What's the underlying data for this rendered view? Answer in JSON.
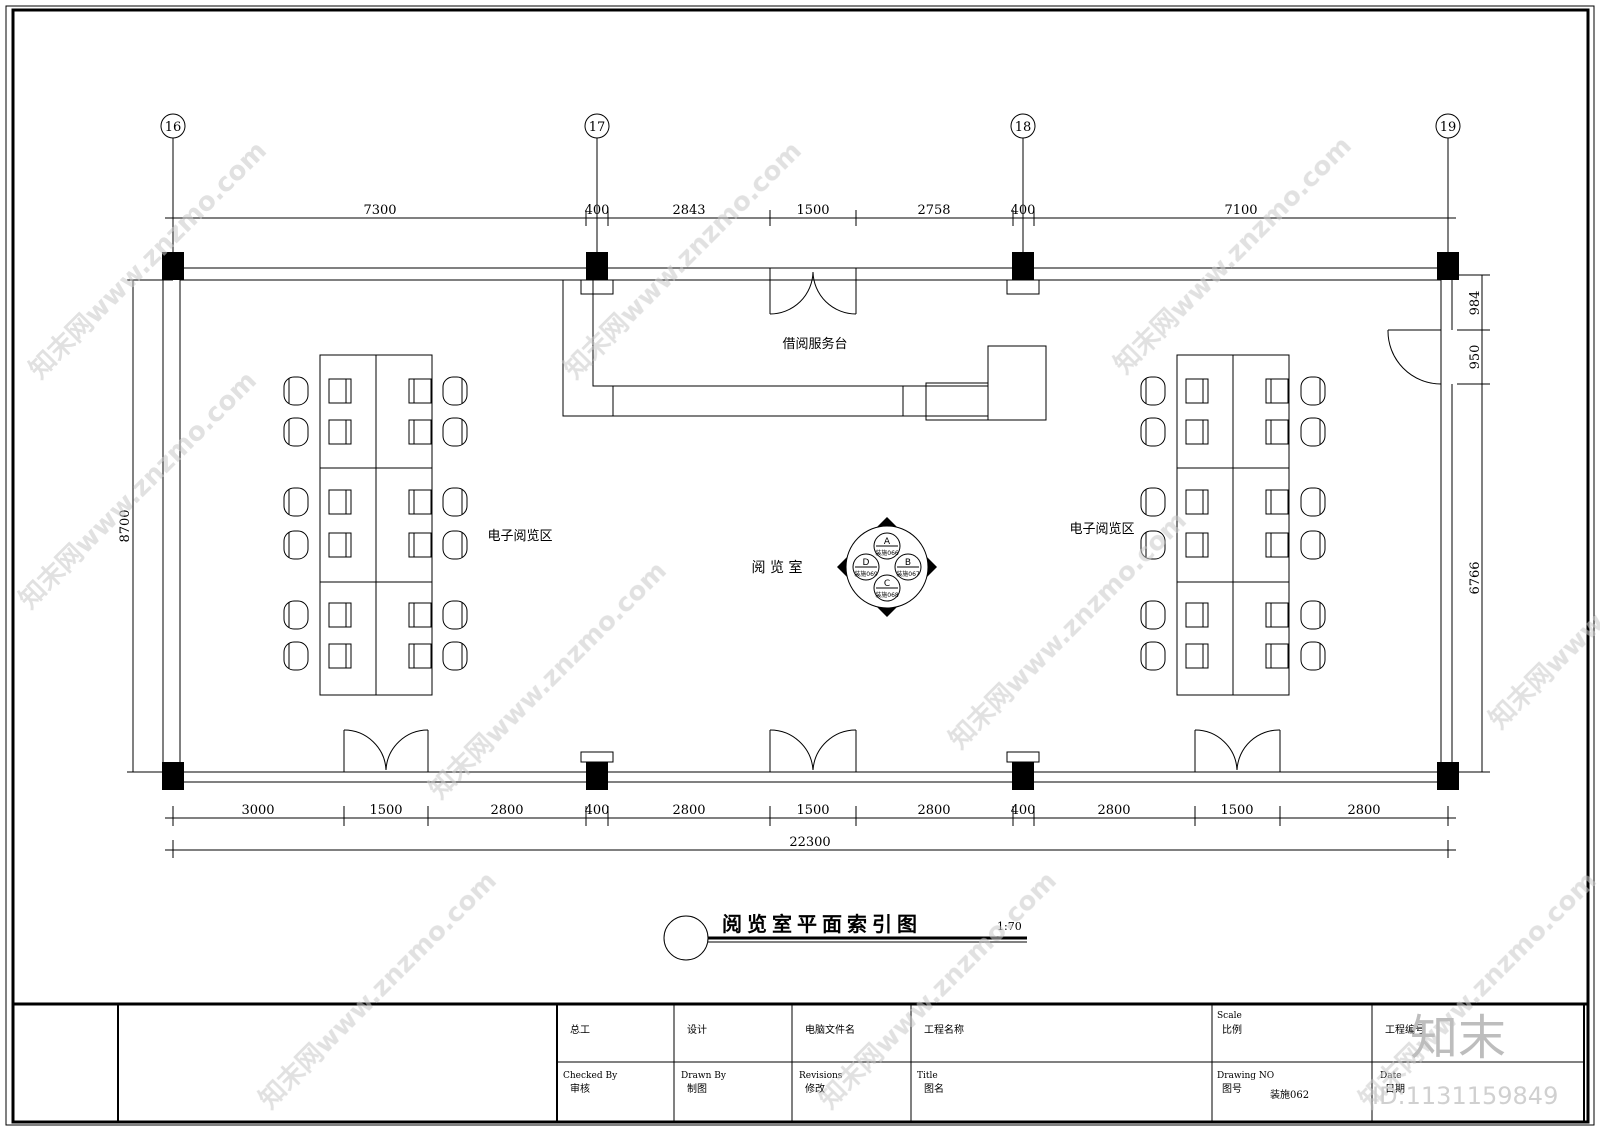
{
  "axes": [
    "16",
    "17",
    "18",
    "19"
  ],
  "dims_top": [
    "7300",
    "400",
    "2843",
    "1500",
    "2758",
    "400",
    "7100"
  ],
  "dims_bottom": [
    "3000",
    "1500",
    "2800",
    "400",
    "2800",
    "1500",
    "2800",
    "400",
    "2800",
    "1500",
    "2800"
  ],
  "dim_total": "22300",
  "dim_left": "8700",
  "dims_right": [
    "984",
    "950",
    "6766"
  ],
  "rooms": {
    "service_desk": "借阅服务台",
    "reading_room": "阅 览 室",
    "e_reading_left": "电子阅览区",
    "e_reading_right": "电子阅览区"
  },
  "index_symbol": {
    "labels": [
      "A",
      "B",
      "C",
      "D"
    ],
    "sheet_refs": [
      "装施066",
      "装施067",
      "装施068",
      "装施069"
    ]
  },
  "drawing_title": "阅览室平面索引图",
  "drawing_scale": "1:70",
  "title_block": {
    "chief": "总工",
    "design": "设计",
    "cad_file": "电脑文件名",
    "project_name": "工程名称",
    "scale_en": "Scale",
    "scale_cn": "比例",
    "project_no": "工程编号",
    "checked_en": "Checked By",
    "checked_cn": "审核",
    "drawn_en": "Drawn By",
    "drawn_cn": "制图",
    "revisions_en": "Revisions",
    "revisions_cn": "修改",
    "title_en": "Title",
    "title_cn": "图名",
    "drawing_no_en": "Drawing NO",
    "drawing_no_cn": "图号",
    "drawing_no_value": "装施062",
    "date_en": "Date",
    "date_cn": "日期"
  },
  "watermark": {
    "text": "知末网www.znzmo.com",
    "brand": "知末",
    "id": "ID:1131159849"
  }
}
